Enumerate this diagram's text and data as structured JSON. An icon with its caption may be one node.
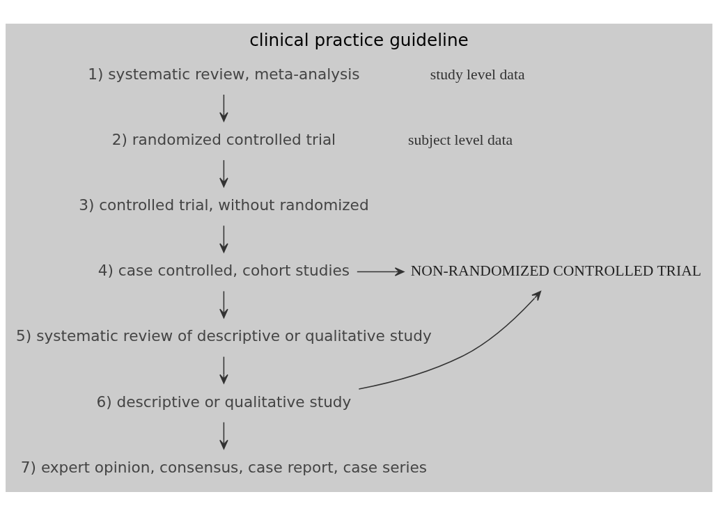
{
  "diagram": {
    "title": "clinical practice guideline",
    "nodes": [
      {
        "text": [
          "1) systematic review, meta-analysis"
        ]
      },
      {
        "text": [
          "2) randomized controlled trial"
        ]
      },
      {
        "text": [
          "3) controlled trial, without randomized"
        ]
      },
      {
        "text": [
          "4) case controlled, cohort studies"
        ]
      },
      {
        "text": [
          "5) systematic review of descriptive or qualitative study"
        ]
      },
      {
        "text": [
          "6) descriptive or qualitative study"
        ]
      },
      {
        "text": [
          "7) expert opinion, consensus, case report, case series"
        ]
      },
      {
        "text": [
          "NON-RANDOMIZED CONTROLLED TRIAL"
        ]
      }
    ],
    "edges": [
      {
        "from": 0,
        "to": 1,
        "arrow": "to"
      },
      {
        "from": 1,
        "to": 2,
        "arrow": "to"
      },
      {
        "from": 2,
        "to": 3,
        "arrow": "to"
      },
      {
        "from": 3,
        "to": 4,
        "arrow": "to"
      },
      {
        "from": 4,
        "to": 5,
        "arrow": "to"
      },
      {
        "from": 5,
        "to": 6,
        "arrow": "to"
      },
      {
        "from": 3,
        "to": 7,
        "arrow": "to"
      },
      {
        "from": 5,
        "to": 7,
        "arrow": "to"
      }
    ],
    "labels": [
      "study level data",
      "subject level data"
    ]
  }
}
